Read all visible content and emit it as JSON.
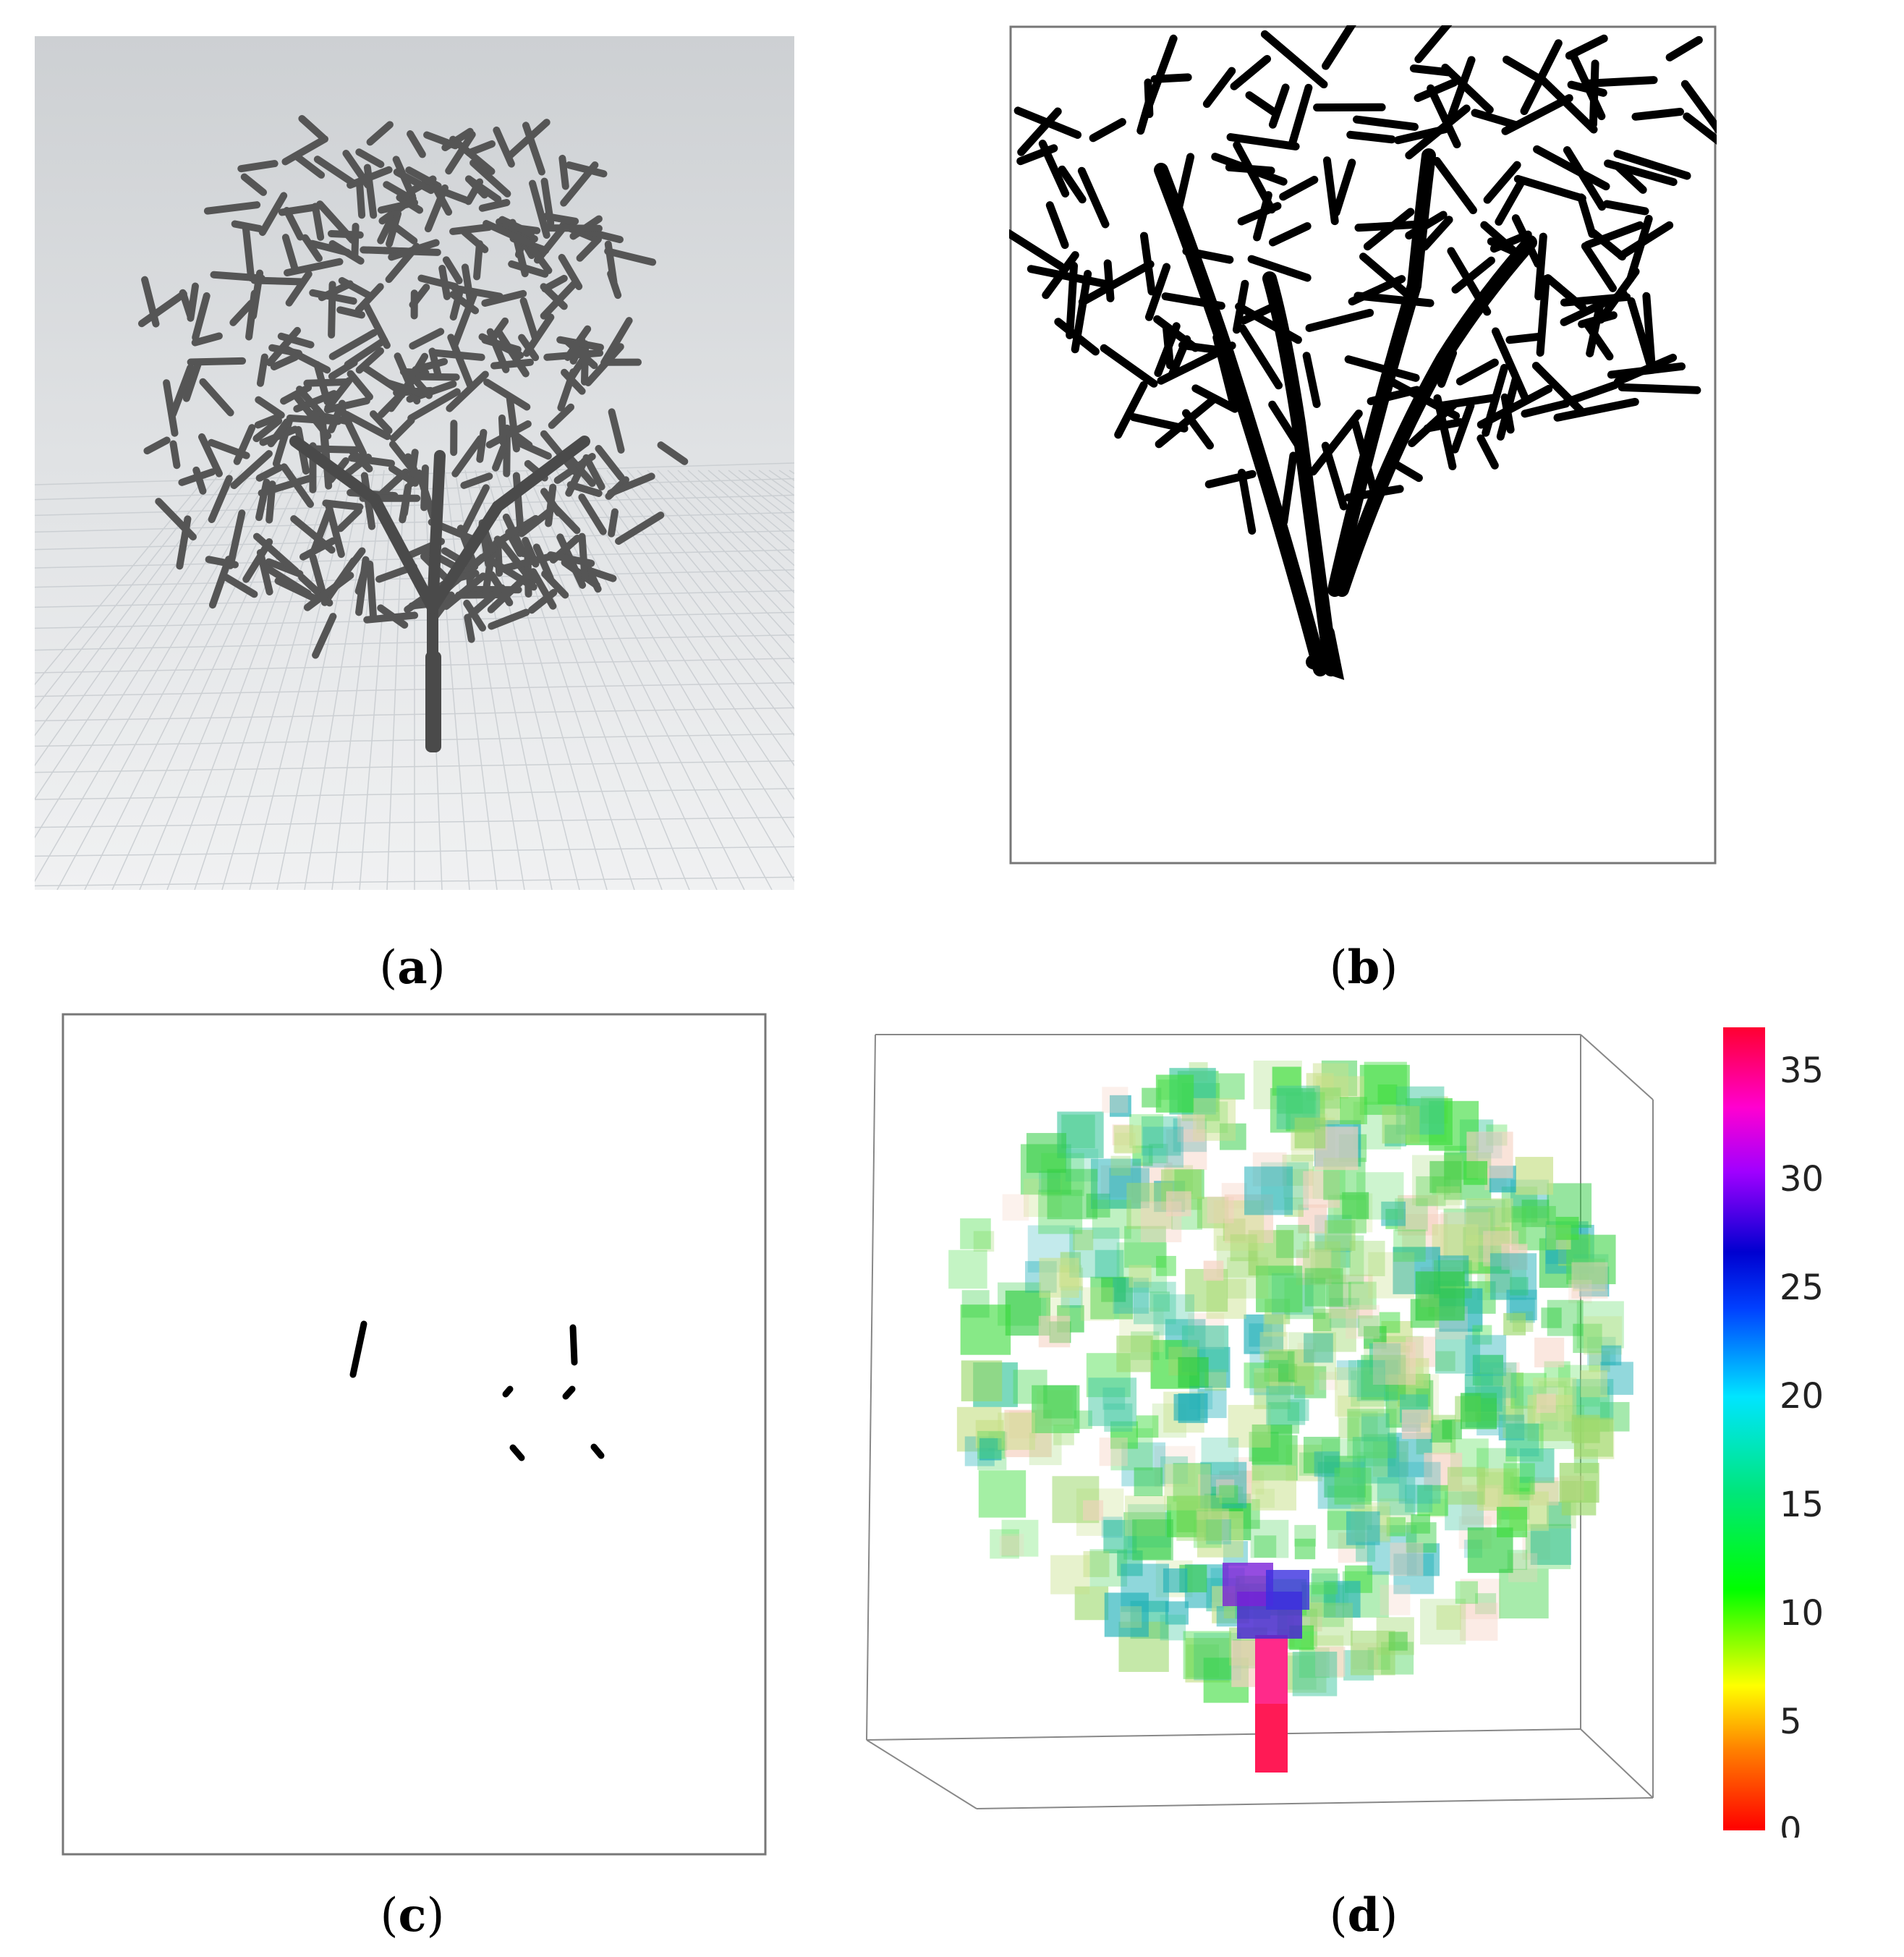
{
  "figure": {
    "panels": [
      {
        "id": "a",
        "caption": "a"
      },
      {
        "id": "b",
        "caption": "b"
      },
      {
        "id": "c",
        "caption": "c"
      },
      {
        "id": "d",
        "caption": "d"
      }
    ],
    "colorbar": {
      "ticks": [
        "0",
        "5",
        "10",
        "15",
        "20",
        "25",
        "30",
        "35"
      ],
      "colors": [
        "#ff0000",
        "#ff7f00",
        "#ffff00",
        "#00ff00",
        "#00ffcc",
        "#00bfff",
        "#0000ff",
        "#8b00ff",
        "#ff00ff",
        "#ff0066",
        "#ff0033"
      ]
    }
  }
}
